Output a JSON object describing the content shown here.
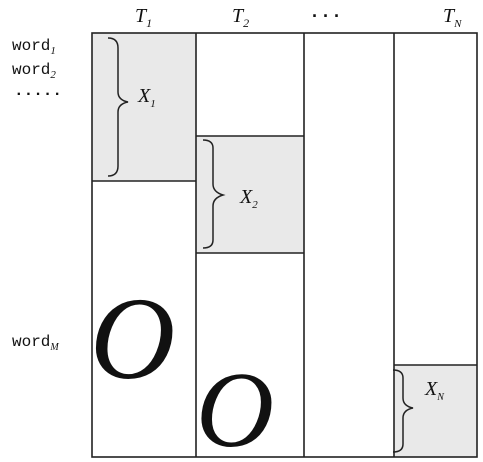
{
  "columns": [
    {
      "main": "T",
      "sub": "1"
    },
    {
      "main": "T",
      "sub": "2"
    },
    {
      "dots": "·  ·  ·"
    },
    {
      "main": "T",
      "sub": "N"
    }
  ],
  "rows": [
    {
      "main": "word",
      "sub": "1"
    },
    {
      "main": "word",
      "sub": "2"
    },
    {
      "dots": "·····"
    },
    {
      "main": "word",
      "sub": "M"
    }
  ],
  "blocks": [
    {
      "main": "X",
      "sub": "1"
    },
    {
      "main": "X",
      "sub": "2"
    },
    {
      "main": "X",
      "sub": "N"
    }
  ],
  "zeros": [
    "O",
    "O"
  ],
  "colors": {
    "block_fill": "#e9e9e9",
    "line": "#222222",
    "text": "#111111"
  }
}
